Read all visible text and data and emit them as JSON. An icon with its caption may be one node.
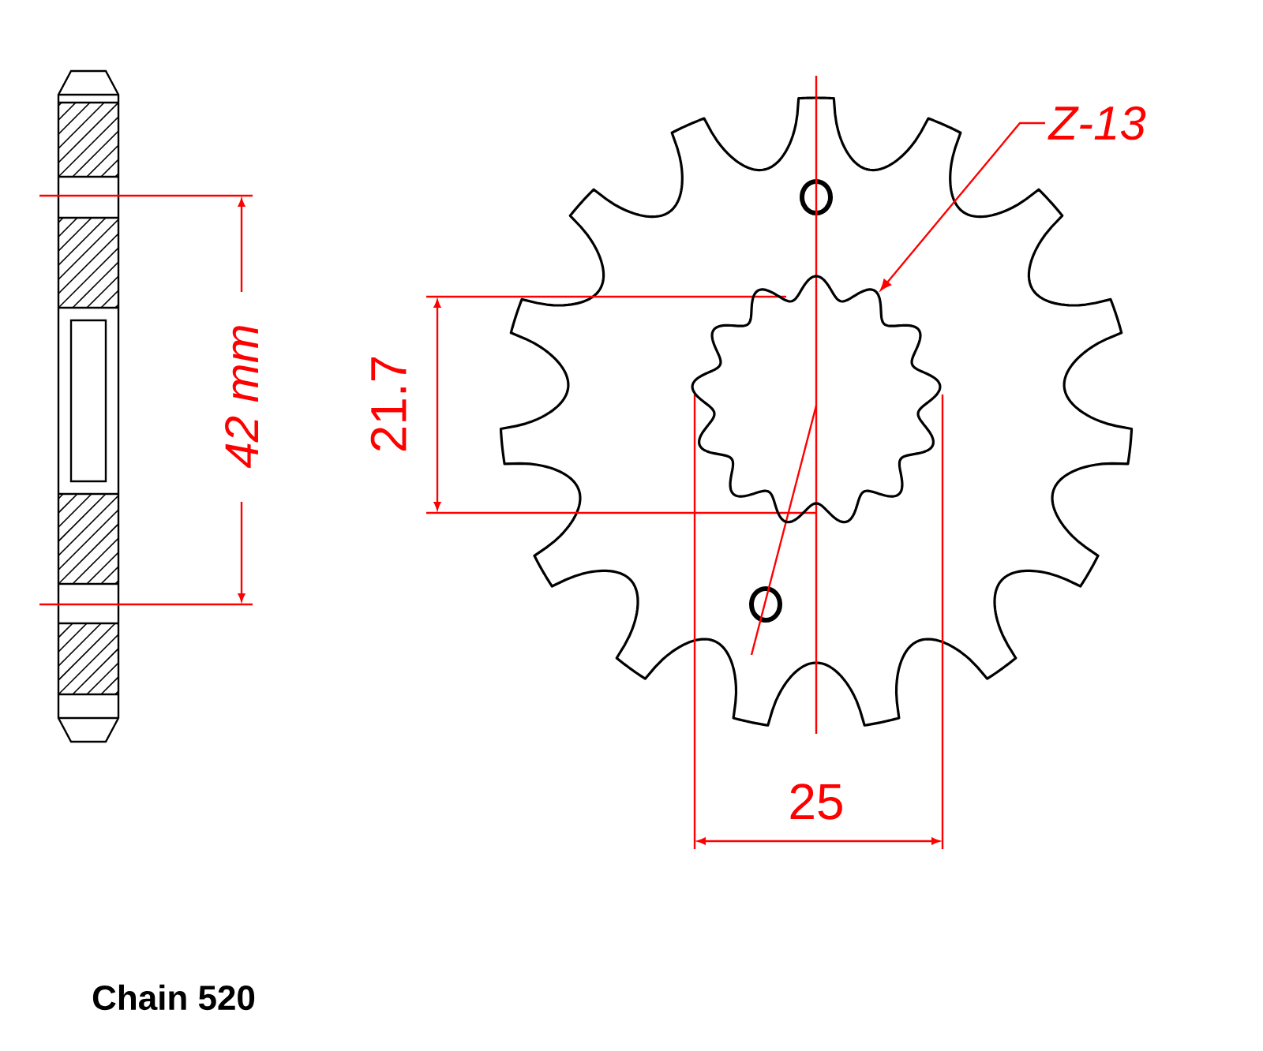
{
  "diagram": {
    "nodes": [
      {
        "text": [
          "Z-13"
        ]
      },
      {
        "text": [],
        "shape": "picture"
      }
    ],
    "edges": [
      {
        "from": 0,
        "to": 1,
        "arrow": "to"
      }
    ],
    "labels": [
      "42 mm",
      "21.7",
      "25",
      "Chain 520"
    ]
  }
}
